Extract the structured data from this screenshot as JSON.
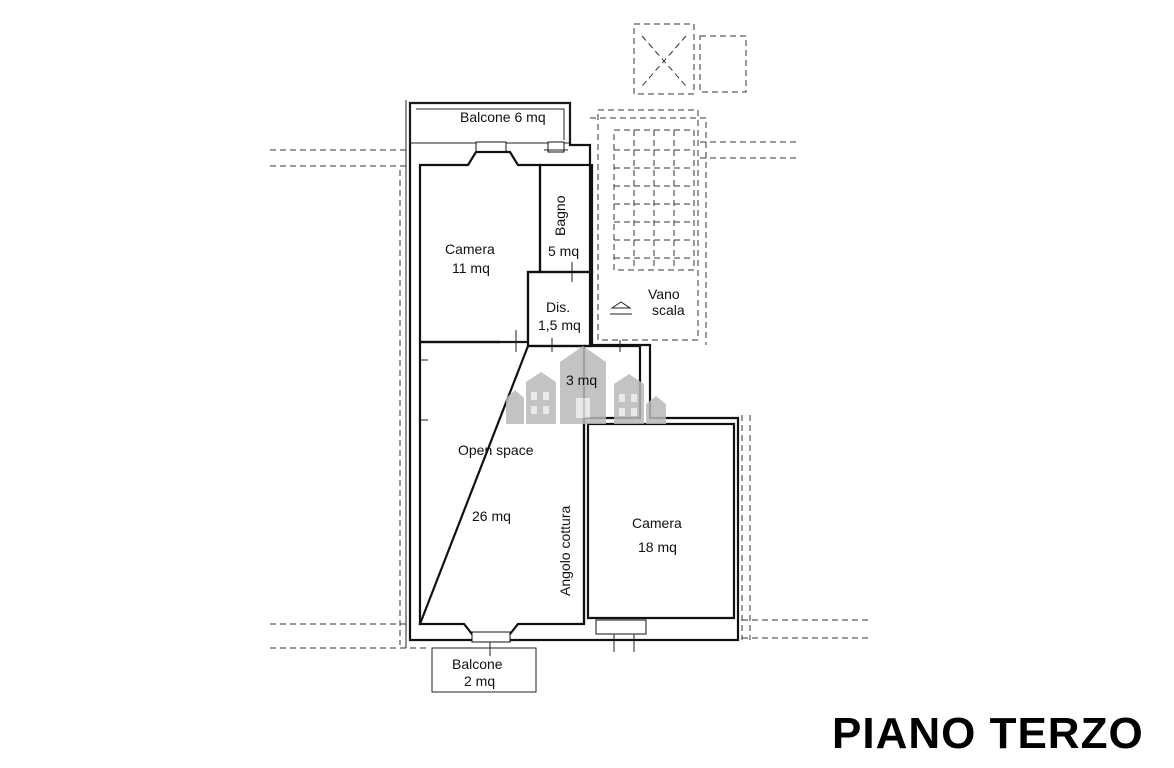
{
  "title": "PIANO TERZO",
  "rooms": {
    "balcone_top": "Balcone 6 mq",
    "camera_left_name": "Camera",
    "camera_left_area": "11 mq",
    "bagno_name": "Bagno",
    "bagno_area": "5 mq",
    "dis_name": "Dis.",
    "dis_area": "1,5 mq",
    "vano_1": "Vano",
    "vano_2": "scala",
    "corridor_area": "3 mq",
    "open_space_name": "Open space",
    "open_space_area": "26 mq",
    "angolo": "Angolo cottura",
    "camera_right_name": "Camera",
    "camera_right_area": "18 mq",
    "balcone_bottom_1": "Balcone",
    "balcone_bottom_2": "2 mq"
  }
}
